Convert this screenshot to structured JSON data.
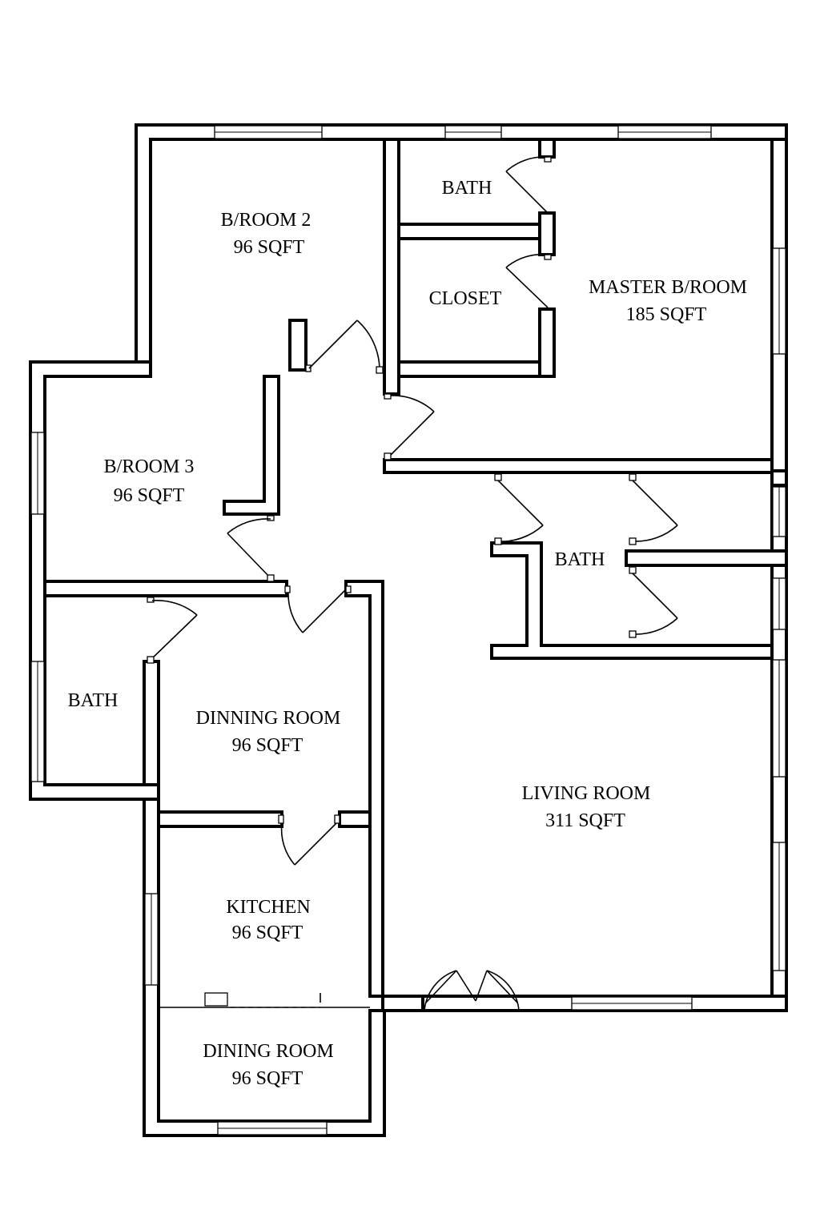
{
  "rooms": {
    "bedroom2": {
      "name": "B/ROOM 2",
      "area": "96 SQFT"
    },
    "bath_top": {
      "name": "BATH"
    },
    "closet": {
      "name": "CLOSET"
    },
    "master": {
      "name": "MASTER B/ROOM",
      "area": "185 SQFT"
    },
    "bedroom3": {
      "name": "B/ROOM 3",
      "area": "96 SQFT"
    },
    "bath_mid": {
      "name": "BATH"
    },
    "bath_left": {
      "name": "BATH"
    },
    "dinning": {
      "name": "DINNING ROOM",
      "area": "96 SQFT"
    },
    "living": {
      "name": "LIVING ROOM",
      "area": "311 SQFT"
    },
    "kitchen": {
      "name": "KITCHEN",
      "area": "96 SQFT"
    },
    "dining_bottom": {
      "name": "DINING ROOM",
      "area": "96 SQFT"
    }
  },
  "colors": {
    "line": "#000000",
    "background": "#ffffff"
  }
}
